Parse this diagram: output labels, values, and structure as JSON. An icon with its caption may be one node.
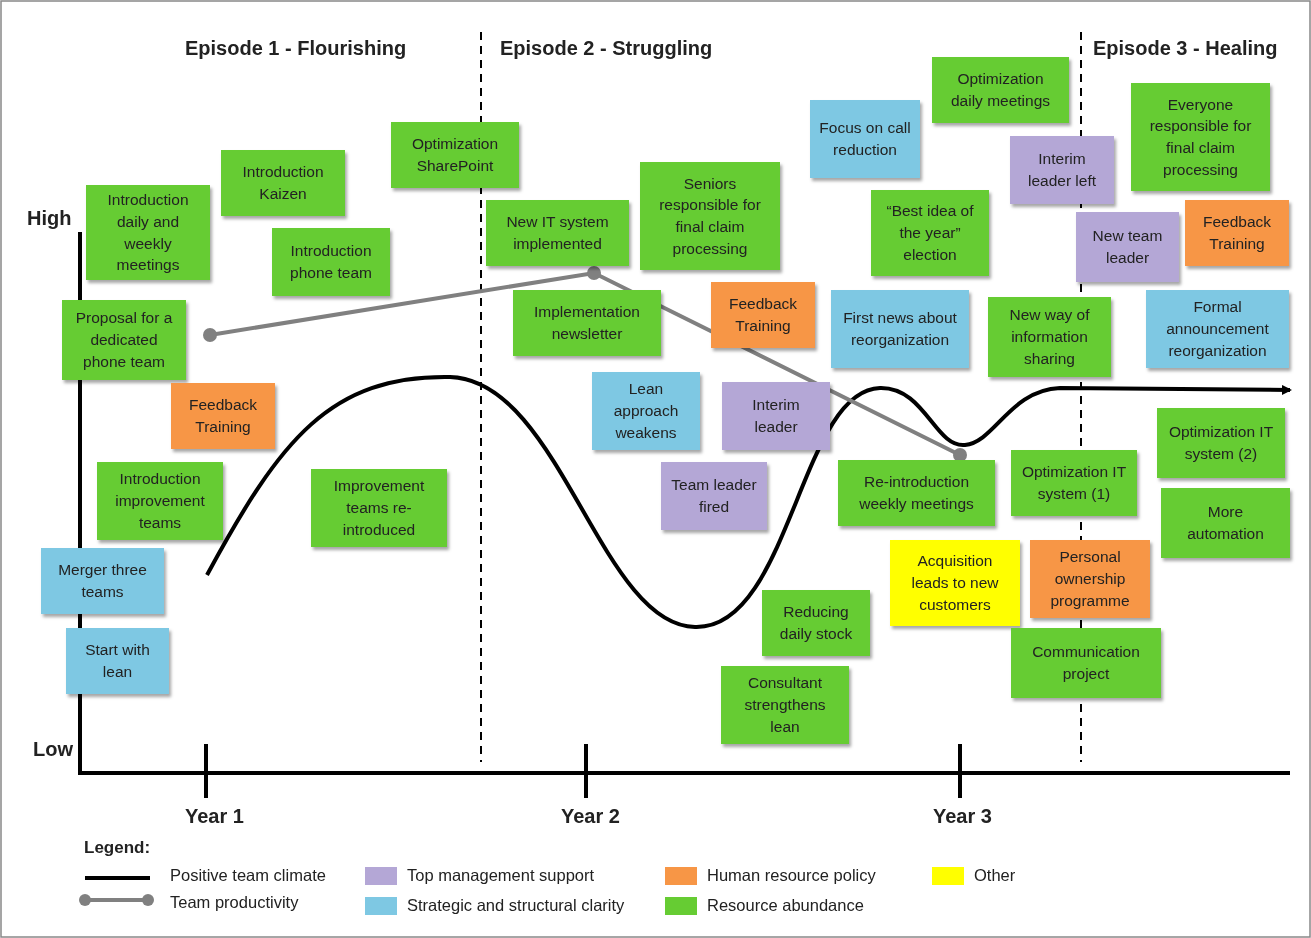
{
  "diagram": {
    "nodes": [
      {
        "text": [
          "Introduction daily and weekly meetings"
        ]
      },
      {
        "text": [
          "Introduction Kaizen"
        ]
      },
      {
        "text": [
          "Optimization SharePoint"
        ]
      },
      {
        "text": [
          "Introduction phone team"
        ]
      },
      {
        "text": [
          "Proposal for a dedicated phone team"
        ]
      },
      {
        "text": [
          "Feedback Training"
        ]
      },
      {
        "text": [
          "Introduction improvement teams"
        ]
      },
      {
        "text": [
          "Improvement teams re-introduced"
        ]
      },
      {
        "text": [
          "Merger three teams"
        ]
      },
      {
        "text": [
          "Start with lean"
        ]
      },
      {
        "text": [
          "New IT system implemented"
        ]
      },
      {
        "text": [
          "Seniors responsible for final claim processing"
        ]
      },
      {
        "text": [
          "Implementation newsletter"
        ]
      },
      {
        "text": [
          "Feedback Training"
        ]
      },
      {
        "text": [
          "Lean approach weakens"
        ]
      },
      {
        "text": [
          "Interim leader"
        ]
      },
      {
        "text": [
          "Team leader fired"
        ]
      },
      {
        "text": [
          "Focus on call reduction"
        ]
      },
      {
        "text": [
          "Optimization daily meetings"
        ]
      },
      {
        "text": [
          "“Best idea of the year” election"
        ]
      },
      {
        "text": [
          "Interim leader left"
        ]
      },
      {
        "text": [
          "First news about reorganization"
        ]
      },
      {
        "text": [
          "New way of information sharing"
        ]
      },
      {
        "text": [
          "Re-introduction weekly meetings"
        ]
      },
      {
        "text": [
          "Optimization IT system (1)"
        ]
      },
      {
        "text": [
          "Acquisition leads to new customers"
        ]
      },
      {
        "text": [
          "Personal ownership programme"
        ]
      },
      {
        "text": [
          "Reducing daily stock"
        ]
      },
      {
        "text": [
          "Consultant strengthens lean"
        ]
      },
      {
        "text": [
          "Communication project"
        ]
      },
      {
        "text": [
          "Everyone responsible for final claim processing"
        ]
      },
      {
        "text": [
          "New team leader"
        ]
      },
      {
        "text": [
          "Feedback Training"
        ]
      },
      {
        "text": [
          "Formal announcement reorganization"
        ]
      },
      {
        "text": [
          "Optimization IT system (2)"
        ]
      },
      {
        "text": [
          "More automation"
        ]
      }
    ],
    "edges": [],
    "labels": [
      "Episode 1 - Flourishing",
      "Episode 2 - Struggling",
      "Episode 3 - Healing",
      "High",
      "Low",
      "Year 1",
      "Year 2",
      "Year 3",
      "Legend:"
    ],
    "legend": [
      {
        "text": "Positive team climate"
      },
      {
        "text": "Top management support",
        "color": "#b4a7d6"
      },
      {
        "text": "Human resource policy",
        "color": "#f79646"
      },
      {
        "text": "Other",
        "color": "#ffff00"
      },
      {
        "text": "Team productivity"
      },
      {
        "text": "Strategic and structural clarity",
        "color": "#7ec8e3"
      },
      {
        "text": "Resource abundance",
        "color": "#66cc33"
      }
    ]
  }
}
